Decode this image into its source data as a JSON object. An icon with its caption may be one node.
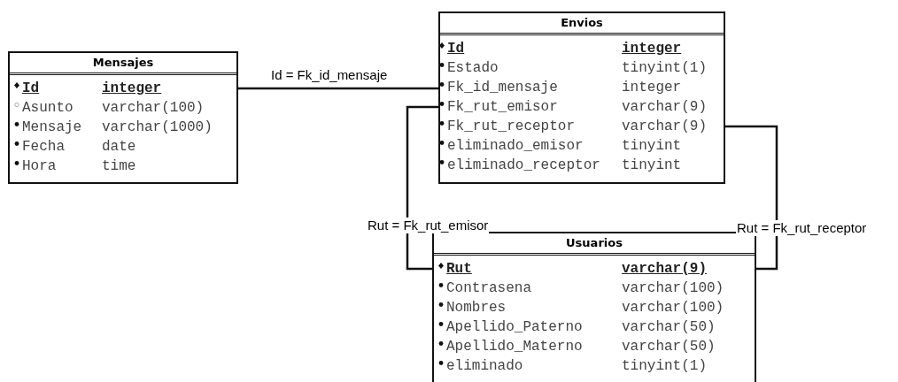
{
  "diagram": {
    "nodes": [
      {
        "text": [
          "Mensajes",
          "Id",
          "integer",
          "Asunto",
          "varchar(100)",
          "Mensaje",
          "varchar(1000)",
          "Fecha",
          "date",
          "Hora",
          "time"
        ]
      },
      {
        "text": [
          "Envios",
          "Id",
          "integer",
          "Estado",
          "tinyint(1)",
          "Fk_id_mensaje",
          "integer",
          "Fk_rut_emisor",
          "varchar(9)",
          "Fk_rut_receptor",
          "varchar(9)",
          "eliminado_emisor",
          "tinyint",
          "eliminado_receptor",
          "tinyint"
        ]
      },
      {
        "text": [
          "Usuarios",
          "Rut",
          "varchar(9)",
          "Contrasena",
          "varchar(100)",
          "Nombres",
          "varchar(100)",
          "Apellido_Paterno",
          "varchar(50)",
          "Apellido_Materno",
          "varchar(50)",
          "eliminado",
          "tinyint(1)"
        ]
      }
    ],
    "edges": [
      {
        "from": 0,
        "to": 1,
        "arrow": "none",
        "label": "Id = Fk_id_mensaje"
      },
      {
        "from": 1,
        "to": 2,
        "arrow": "none",
        "label": "Rut = Fk_rut_emisor"
      },
      {
        "from": 1,
        "to": 2,
        "arrow": "none",
        "label": "Rut = Fk_rut_receptor"
      }
    ]
  }
}
